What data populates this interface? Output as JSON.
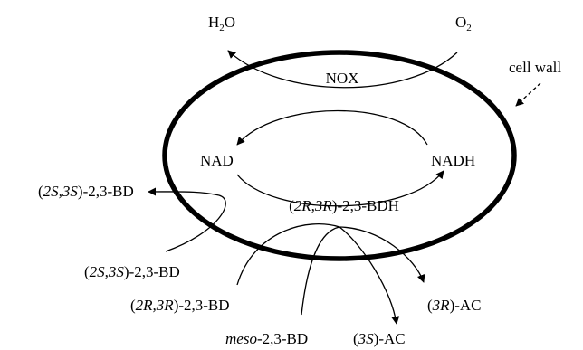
{
  "labels": {
    "h2o": {
      "main": "H",
      "sub": "2",
      "tail": "O"
    },
    "o2": {
      "main": "O",
      "sub": "2"
    },
    "nox": "NOX",
    "cell_wall": "cell wall",
    "nad": "NAD",
    "nadh": "NADH",
    "bdh": {
      "pre": "(",
      "it": "2R,3R",
      "post": ")-2,3-BDH"
    },
    "bd_2s3s_out": {
      "pre": "(",
      "it": "2S,3S",
      "post": ")-2,3-BD"
    },
    "bd_2s3s_in": {
      "pre": "(",
      "it": "2S,3S",
      "post": ")-2,3-BD"
    },
    "bd_2r3r": {
      "pre": "(",
      "it": "2R,3R",
      "post": ")-2,3-BD"
    },
    "bd_meso": {
      "it": "meso",
      "post": "-2,3-BD"
    },
    "ac_3r": {
      "pre": "(",
      "it": "3R",
      "post": ")-AC"
    },
    "ac_3s": {
      "pre": "(",
      "it": "3S",
      "post": ")-AC"
    }
  }
}
